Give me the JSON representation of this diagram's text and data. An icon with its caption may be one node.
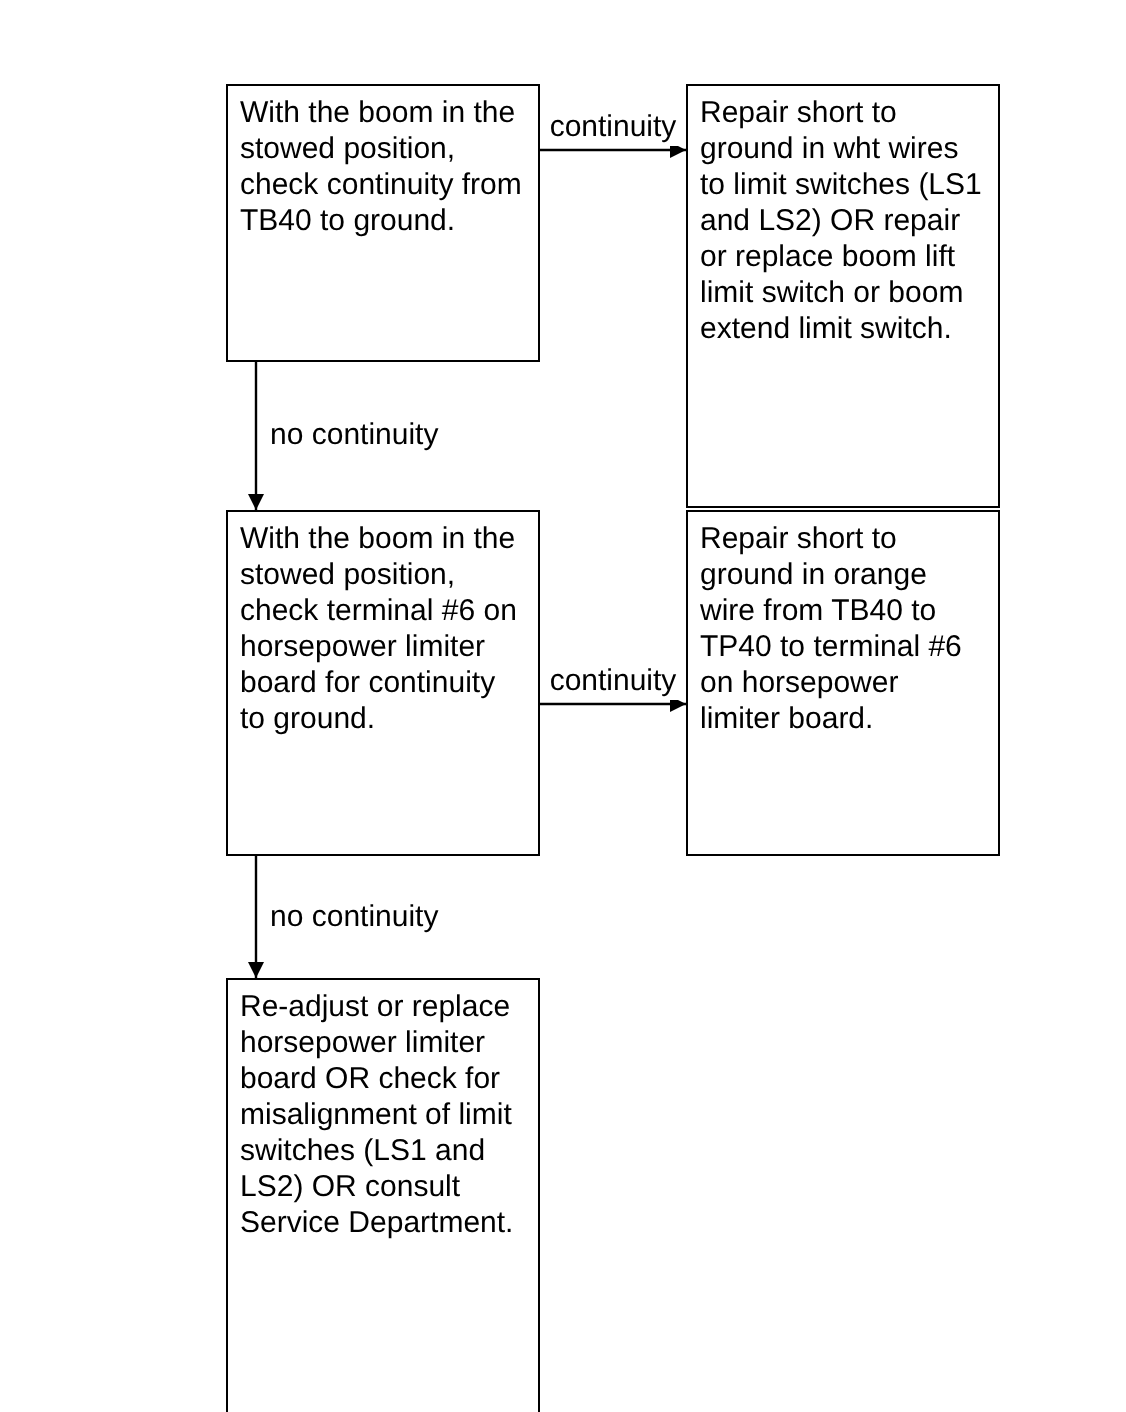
{
  "diagram": {
    "nodes": [
      {
        "text": [
          "With the boom in the stowed position, check continuity from TB40 to ground."
        ]
      },
      {
        "text": [
          "Repair short to ground in wht wires to limit switches (LS1 and LS2) OR repair or replace boom lift limit switch or boom extend limit switch."
        ]
      },
      {
        "text": [
          "With the boom in the stowed position, check terminal #6 on horsepower limiter board for continuity to ground."
        ]
      },
      {
        "text": [
          "Repair short to ground in orange wire from TB40 to TP40 to terminal #6 on horsepower limiter board."
        ]
      },
      {
        "text": [
          "Re-adjust or replace horsepower limiter board OR check for misalignment of limit switches (LS1 and LS2) OR consult Service Department."
        ]
      }
    ],
    "edges": [
      {
        "from": 0,
        "to": 1,
        "arrow": "to",
        "label": "continuity"
      },
      {
        "from": 0,
        "to": 2,
        "arrow": "to",
        "label": "no continuity"
      },
      {
        "from": 2,
        "to": 3,
        "arrow": "to",
        "label": "continuity"
      },
      {
        "from": 2,
        "to": 4,
        "arrow": "to",
        "label": "no continuity"
      }
    ]
  }
}
